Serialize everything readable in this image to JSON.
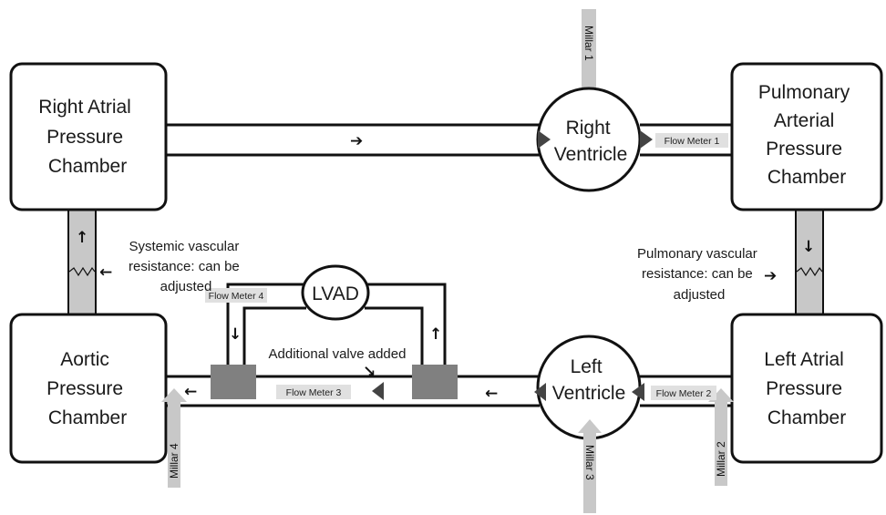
{
  "chambers": {
    "right_atrial": [
      "Right Atrial",
      "Pressure",
      "Chamber"
    ],
    "pulmonary_arterial": [
      "Pulmonary",
      "Arterial",
      "Pressure",
      "Chamber"
    ],
    "aortic": [
      "Aortic",
      "Pressure",
      "Chamber"
    ],
    "left_atrial": [
      "Left Atrial",
      "Pressure",
      "Chamber"
    ]
  },
  "ventricles": {
    "right": [
      "Right",
      "Ventricle"
    ],
    "left": [
      "Left",
      "Ventricle"
    ]
  },
  "lvad": "LVAD",
  "flow_meters": {
    "fm1": "Flow Meter 1",
    "fm2": "Flow Meter 2",
    "fm3": "Flow Meter 3",
    "fm4": "Flow Meter 4"
  },
  "millars": {
    "m1": "Millar 1",
    "m2": "Millar 2",
    "m3": "Millar 3",
    "m4": "Millar 4"
  },
  "annotations": {
    "systemic": [
      "Systemic vascular",
      "resistance: can be",
      "adjusted"
    ],
    "pulmonary": [
      "Pulmonary vascular",
      "resistance: can be",
      "adjusted"
    ],
    "valve_added": "Additional valve added"
  },
  "arrows": {
    "right": "➔",
    "left": "←",
    "up": "↑",
    "down": "↓",
    "down_right": "↘"
  },
  "colors": {
    "line": "#111111",
    "tube_fill": "#c8c8c8",
    "valve_fill": "#808080",
    "meter_fill": "#e0e0e0",
    "triangle_fill": "#444444"
  }
}
